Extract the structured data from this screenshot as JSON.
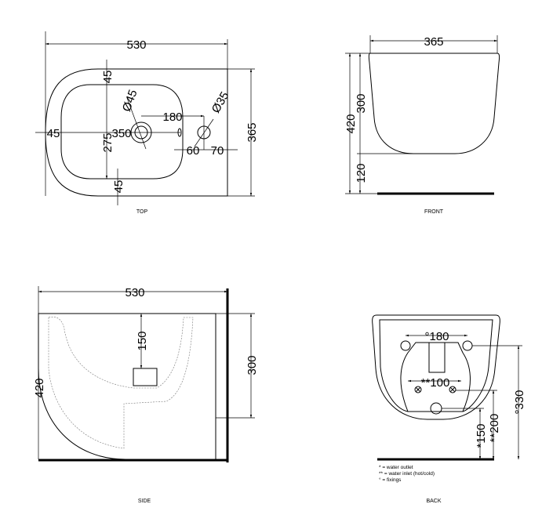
{
  "views": {
    "top": {
      "label": "TOP",
      "dims": {
        "width": "530",
        "depth": "365",
        "rim_left": "45",
        "rim_top": "45",
        "rim_bottom": "45",
        "bowl_depth": "275",
        "bowl_length": "350",
        "hole_spacing": "180",
        "outlet_dia": "Ø45",
        "tap_dia": "Ø35",
        "offset_a": "60",
        "offset_b": "70"
      }
    },
    "front": {
      "label": "FRONT",
      "dims": {
        "width": "365",
        "height": "420",
        "body": "300",
        "floor": "120"
      }
    },
    "side": {
      "label": "SIDE",
      "dims": {
        "width": "530",
        "height": "420",
        "body": "300",
        "drain": "150"
      }
    },
    "back": {
      "label": "BACK",
      "dims": {
        "fixings": "°180",
        "inlet": "**100",
        "fix_height": "°330",
        "inlet_height": "**200",
        "outlet_height": "*150"
      },
      "legend": [
        "* = water outlet",
        "** = water inlet (hot/cold)",
        "° = fixings"
      ]
    }
  }
}
